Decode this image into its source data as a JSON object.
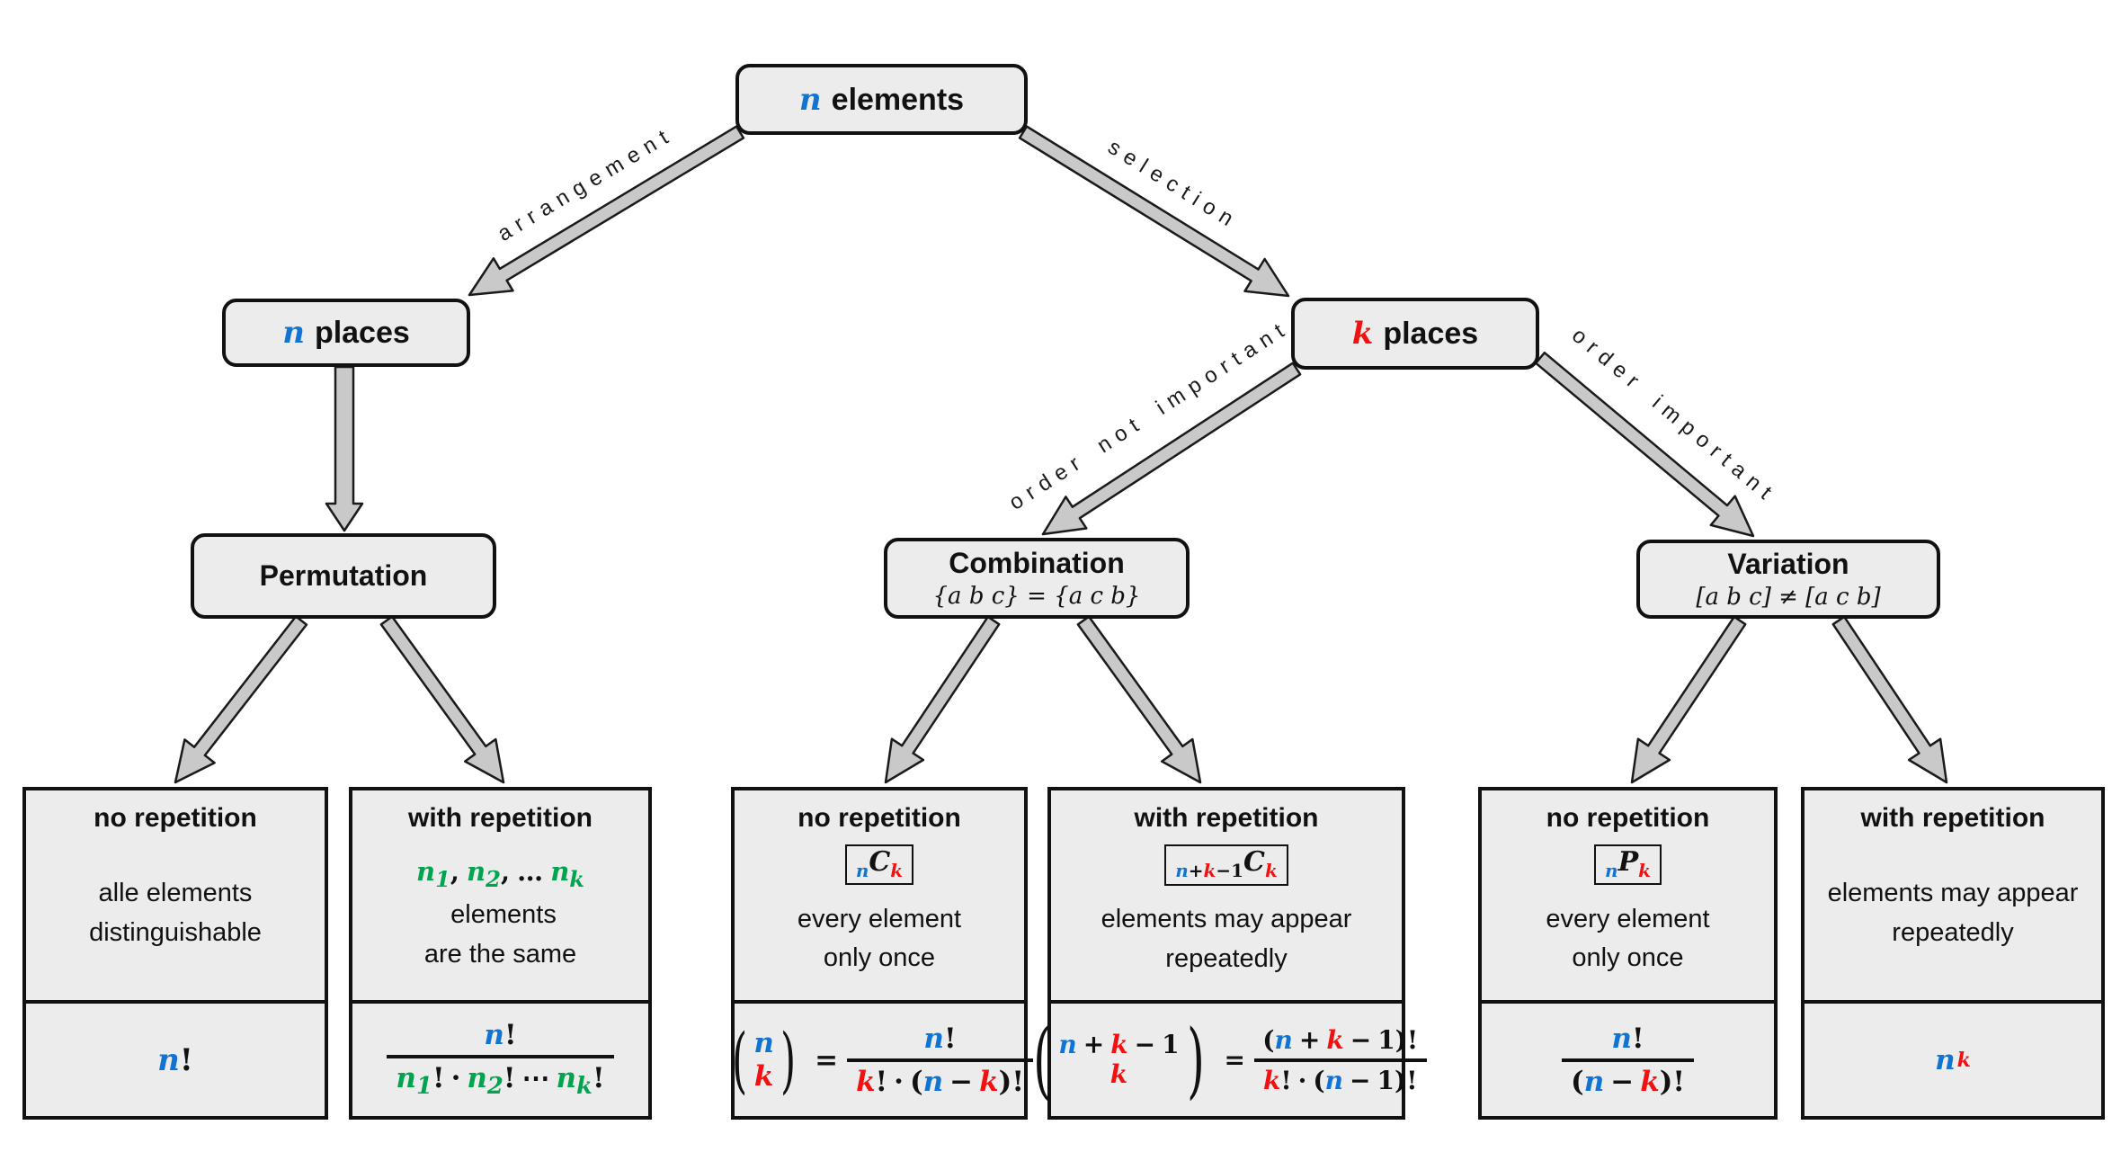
{
  "nodes": {
    "root": {
      "variable": "n",
      "text": "elements"
    },
    "n_places": {
      "variable": "n",
      "text": "places"
    },
    "k_places": {
      "variable": "k",
      "text": "places"
    },
    "permutation": {
      "title": "Permutation"
    },
    "combination": {
      "title": "Combination",
      "example": "{a b c} = {a c b}"
    },
    "variation": {
      "title": "Variation",
      "example": "[a b c] ≠ [a c b]"
    }
  },
  "edge_labels": {
    "arrangement": "arrangement",
    "selection": "selection",
    "order_not_important": "order not important",
    "order_important": "order important"
  },
  "math": {
    "n": "n",
    "k": "k",
    "C": "C",
    "P": "P",
    "one": "1",
    "sub1": "1",
    "sub2": "2",
    "subk": "k",
    "factorial": "!",
    "plus": "+",
    "minus": "−",
    "cdot": "·",
    "cdots": "⋯",
    "comma": ",",
    "ellipsis": "…",
    "equals": "=",
    "lparen": "(",
    "rparen": ")"
  },
  "leaves": {
    "perm_no_rep": {
      "header": "no repetition",
      "desc_line1": "alle elements",
      "desc_line2": "distinguishable"
    },
    "perm_with_rep": {
      "header": "with repetition",
      "desc_suffix": "elements",
      "desc_line2": "are the same"
    },
    "comb_no_rep": {
      "header": "no repetition",
      "desc_line1": "every element",
      "desc_line2": "only once"
    },
    "comb_with_rep": {
      "header": "with repetition",
      "desc_line1": "elements may appear",
      "desc_line2": "repeatedly"
    },
    "var_no_rep": {
      "header": "no repetition",
      "desc_line1": "every element",
      "desc_line2": "only once"
    },
    "var_with_rep": {
      "header": "with repetition",
      "desc_line1": "elements may appear",
      "desc_line2": "repeatedly"
    }
  },
  "colors": {
    "blue": "#1274d2",
    "red": "#f21010",
    "green": "#00a44f",
    "box_fill": "#ececec",
    "border": "#111111",
    "arrow_fill": "#c9c9c9",
    "arrow_outline": "#1a1a1a"
  }
}
